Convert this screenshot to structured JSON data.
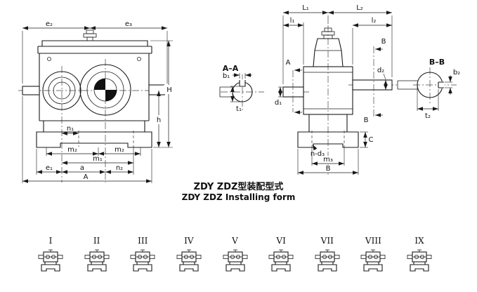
{
  "caption": {
    "line1": "ZDY ZDZ型装配型式",
    "line2": "ZDY ZDZ Installing form"
  },
  "front_view": {
    "dims": {
      "e2": "e₂",
      "e3": "e₃",
      "H": "H",
      "h": "h",
      "n1": "n₁",
      "m2_left": "m₂",
      "m2_right": "m₂",
      "m1": "m₁",
      "e1": "e₁",
      "a": "a",
      "n2": "n₂",
      "A": "A"
    }
  },
  "section_aa": {
    "title": "A–A",
    "b1": "b₁",
    "t1": "t₁"
  },
  "section_bb": {
    "title": "B–B",
    "b2": "b₂",
    "t2": "t₂"
  },
  "side_view": {
    "dims": {
      "L1": "L₁",
      "L2": "L₂",
      "l1": "l₁",
      "l2": "l₂",
      "A_cut": "A",
      "B_top": "B",
      "B_bottom": "B",
      "d1": "d₁",
      "d2": "d₂",
      "C": "C",
      "n_d3": "n-d₃",
      "m3": "m₃",
      "B_width": "B"
    }
  },
  "installation_forms": {
    "labels": [
      "I",
      "II",
      "III",
      "IV",
      "V",
      "VI",
      "VII",
      "VIII",
      "IX"
    ]
  }
}
